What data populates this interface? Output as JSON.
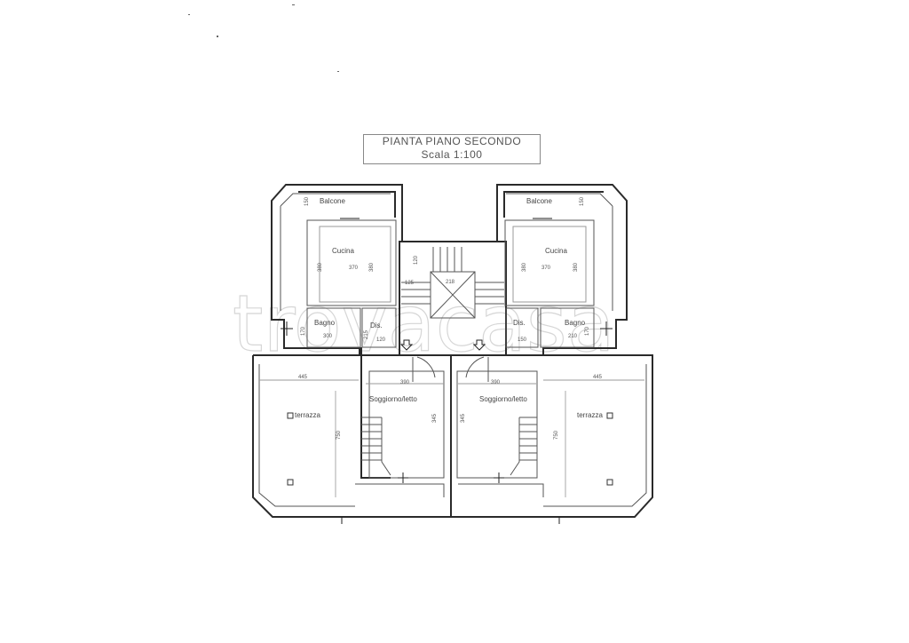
{
  "title": {
    "line1": "PIANTA PIANO SECONDO",
    "line2": "Scala 1:100"
  },
  "rooms": {
    "balcone_left": "Balcone",
    "balcone_right": "Balcone",
    "cucina_left": "Cucina",
    "cucina_right": "Cucina",
    "bagno_left": "Bagno",
    "bagno_right": "Bagno",
    "dis_left": "Dis.",
    "dis_right": "Dis.",
    "soggiorno_left": "Soggiorno/letto",
    "soggiorno_right": "Soggiorno/letto",
    "terrazza_left": "terrazza",
    "terrazza_right": "terrazza"
  },
  "dimensions": {
    "d150_left": "150",
    "d150_right": "150",
    "d380_l1": "380",
    "d370_l": "370",
    "d380_l2": "380",
    "d380_r1": "380",
    "d370_r": "370",
    "d380_r2": "380",
    "d120": "120",
    "d125": "125",
    "d218": "218",
    "d170_l": "170",
    "d300_l": "300",
    "d215_l": "215",
    "d120_l": "120",
    "d150_r": "150",
    "d210_r": "210",
    "d170_r": "170",
    "d445_l": "445",
    "d445_r": "445",
    "d390_l": "390",
    "d390_r": "390",
    "d750_l": "750",
    "d750_r": "750",
    "d345_l": "345",
    "d345_r": "345"
  },
  "watermark": "trovacasa"
}
